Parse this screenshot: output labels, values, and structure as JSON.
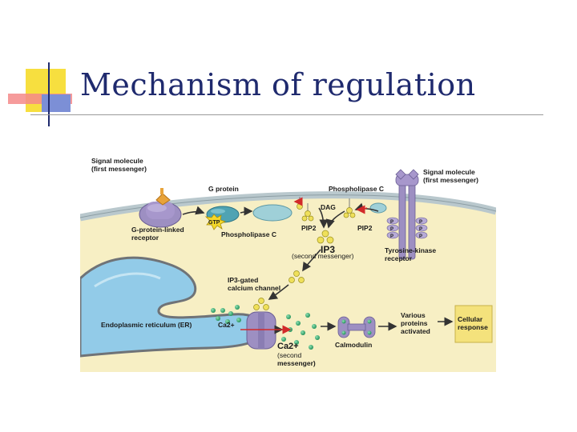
{
  "slide": {
    "title": "Mechanism of regulation"
  },
  "diagram": {
    "labels": {
      "signal_left": "Signal molecule",
      "signal_left_sub": "(first messenger)",
      "g_protein": "G protein",
      "phospholipase_top": "Phospholipase C",
      "signal_right": "Signal molecule",
      "signal_right_sub": "(first messenger)",
      "gtp": "GTP",
      "dag": "DAG",
      "pip2_left": "PIP2",
      "pip2_right": "PIP2",
      "gpcr_1": "G-protein-linked",
      "gpcr_2": "receptor",
      "phospholipase_bottom": "Phospholipase C",
      "ip3": "IP3",
      "second_messenger_1": "(second messenger)",
      "rtk_1": "Tyrosine-kinase",
      "rtk_2": "receptor",
      "ip3_gated_1": "IP3-gated",
      "ip3_gated_2": "calcium channel",
      "er": "Endoplasmic reticulum (ER)",
      "ca_er": "Ca2+",
      "various_1": "Various",
      "various_2": "proteins",
      "various_3": "activated",
      "cellular_1": "Cellular",
      "cellular_2": "response",
      "calmodulin": "Calmodulin",
      "ca_big": "Ca2+",
      "second_messenger_2a": "(second",
      "second_messenger_2b": "messenger)",
      "p": "P"
    },
    "colors": {
      "extracellular": "#ffffff",
      "cytoplasm": "#f7efc4",
      "er_fill": "#92cbe8",
      "er_border": "#6f7377",
      "membrane": "#b9c8cd",
      "receptor": "#9d8fc2",
      "g_protein": "#4fa3b3",
      "phospholipase": "#9fd0d8",
      "calcium": "#2aa36a",
      "messenger": "#efe05a",
      "response_box": "#f4e27c",
      "arrow": "#333333",
      "red_arrow": "#d22a2a"
    }
  }
}
